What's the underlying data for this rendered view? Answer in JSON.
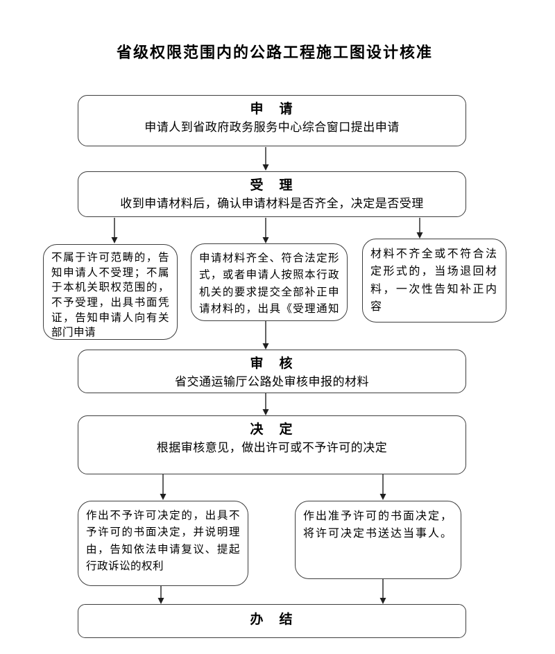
{
  "title": "省级权限范围内的公路工程施工图设计核准",
  "nodes": {
    "apply": {
      "header": "申　请",
      "body": "申请人到省政府政务服务中心综合窗口提出申请"
    },
    "accept": {
      "header": "受　理",
      "body": "收到申请材料后，确认申请材料是否齐全，决定是否受理"
    },
    "branch_reject": {
      "body": "不属于许可范畴的，告知申请人不受理；不属于本机关职权范围的，不予受理，出具书面凭证，告知申请人向有关部门申请"
    },
    "branch_notice": {
      "body": "申请材料齐全、符合法定形式，或者申请人按照本行政机关的要求提交全部补正申请材料的，出具《受理通知书》"
    },
    "branch_return": {
      "body": "材料不齐全或不符合法定形式的，当场退回材料，一次性告知补正内容"
    },
    "review": {
      "header": "审　核",
      "body": "省交通运输厅公路处审核申报的材料"
    },
    "decision": {
      "header": "决　定",
      "body": "根据审核意见，做出许可或不予许可的决定"
    },
    "deny": {
      "body": "作出不予许可决定的，出具不予许可的书面决定，并说明理由，告知依法申请复议、提起行政诉讼的权利"
    },
    "grant": {
      "body": "作出准予许可的书面决定，将许可决定书送达当事人。"
    },
    "complete": {
      "header": "办　结"
    }
  },
  "edges": [
    {
      "from": "apply",
      "to": "accept"
    },
    {
      "from": "accept",
      "to": "branch_reject"
    },
    {
      "from": "accept",
      "to": "branch_notice"
    },
    {
      "from": "accept",
      "to": "branch_return"
    },
    {
      "from": "branch_notice",
      "to": "review"
    },
    {
      "from": "review",
      "to": "decision"
    },
    {
      "from": "decision",
      "to": "deny"
    },
    {
      "from": "decision",
      "to": "grant"
    },
    {
      "from": "deny",
      "to": "complete"
    },
    {
      "from": "grant",
      "to": "complete"
    }
  ],
  "colors": {
    "border": "#3d3d3d",
    "arrow": "#1f1f1f",
    "text": "#000000",
    "background": "#ffffff"
  }
}
